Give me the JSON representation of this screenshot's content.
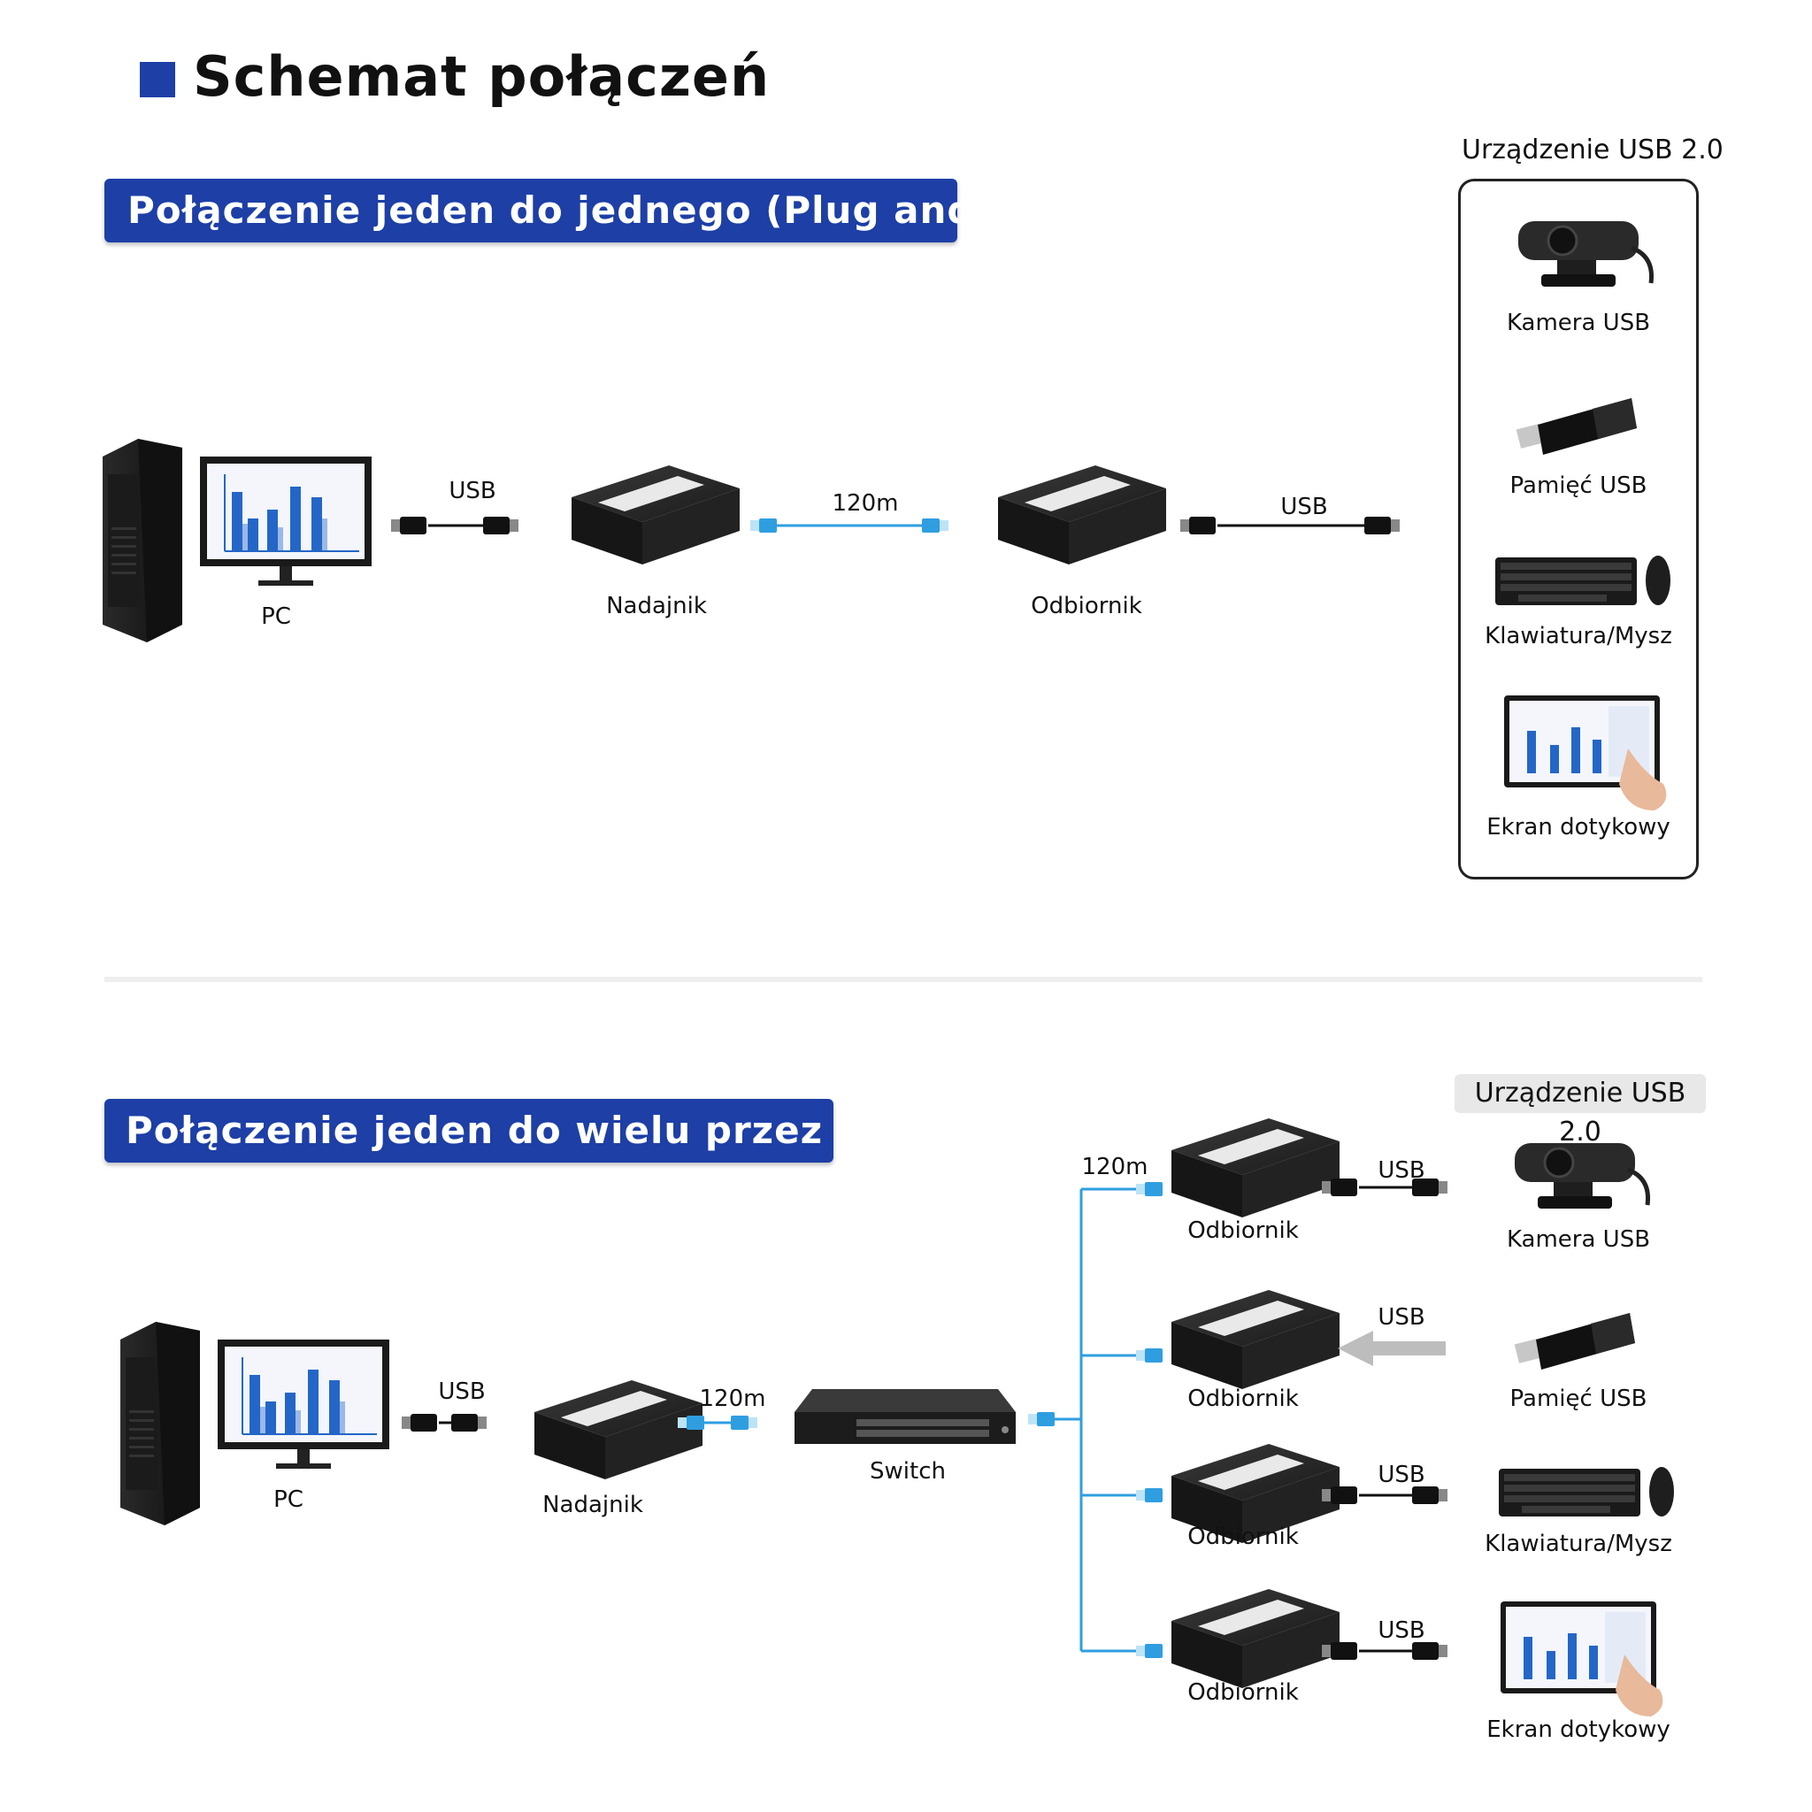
{
  "header": {
    "title": "Schemat połączeń"
  },
  "section1": {
    "banner": "Połączenie jeden do jednego (Plug and Play)",
    "pc_label": "PC",
    "usb_label_left": "USB",
    "transmitter_label": "Nadajnik",
    "distance_label": "120m",
    "receiver_label": "Odbiornik",
    "usb_label_right": "USB",
    "devices_heading": "Urządzenie USB 2.0",
    "devices": [
      {
        "label": "Kamera USB",
        "icon": "webcam-icon"
      },
      {
        "label": "Pamięć USB",
        "icon": "usb-flash-drive-icon"
      },
      {
        "label": "Klawiatura/Mysz",
        "icon": "keyboard-mouse-icon"
      },
      {
        "label": "Ekran dotykowy",
        "icon": "touchscreen-icon"
      }
    ]
  },
  "section2": {
    "banner": "Połączenie jeden do wielu przez switch",
    "pc_label": "PC",
    "usb_label": "USB",
    "transmitter_label": "Nadajnik",
    "distance_label_switch": "120m",
    "switch_label": "Switch",
    "distance_label_branch": "120m",
    "devices_heading": "Urządzenie USB 2.0",
    "branches": [
      {
        "receiver_label": "Odbiornik",
        "usb_label": "USB",
        "device_label": "Kamera USB",
        "icon": "webcam-icon"
      },
      {
        "receiver_label": "Odbiornik",
        "usb_label": "USB",
        "device_label": "Pamięć USB",
        "icon": "usb-flash-drive-icon"
      },
      {
        "receiver_label": "Odbiornik",
        "usb_label": "USB",
        "device_label": "Klawiatura/Mysz",
        "icon": "keyboard-mouse-icon"
      },
      {
        "receiver_label": "Odbiornik",
        "usb_label": "USB",
        "device_label": "Ekran dotykowy",
        "icon": "touchscreen-icon"
      }
    ]
  },
  "colors": {
    "banner": "#1d3fa6",
    "lan_cable": "#2f9ee0",
    "usb_cable": "#111111",
    "device_body": "#1e1e1e"
  }
}
